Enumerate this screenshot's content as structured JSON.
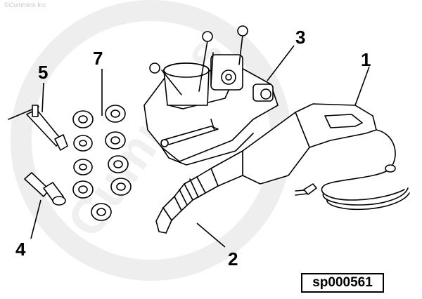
{
  "copyright": "©Cummins Inc",
  "watermark": "Cummins",
  "callouts": [
    "1",
    "2",
    "3",
    "4",
    "5",
    "7"
  ],
  "reference_code": "sp000561",
  "colors": {
    "line": "#000000",
    "watermark": "#eeeeee",
    "background": "#ffffff"
  }
}
